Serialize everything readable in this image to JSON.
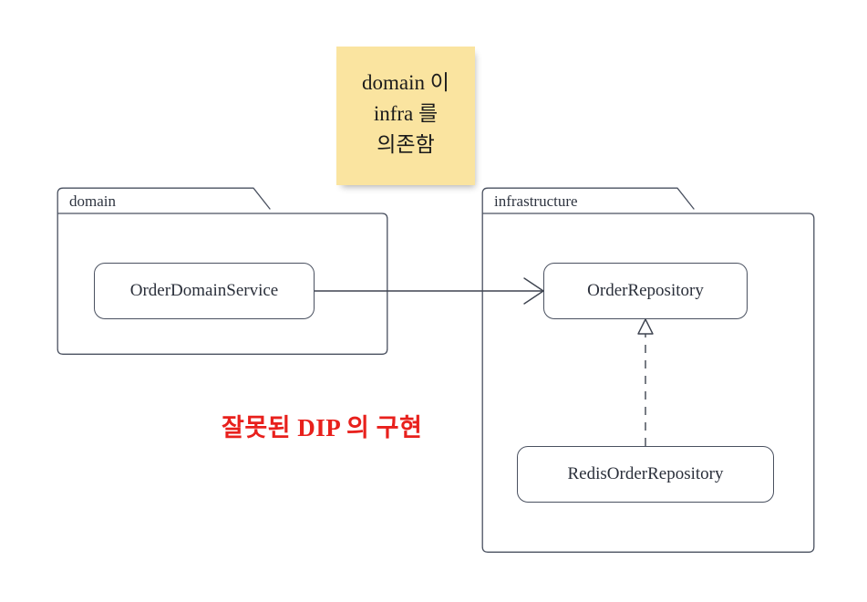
{
  "diagram": {
    "title": "UML package diagram - wrong DIP implementation",
    "background": "#ffffff",
    "stroke_color": "#4a5160",
    "note_color": "#FAE4A0",
    "caption_color": "#E8201C"
  },
  "note": {
    "lines": [
      "domain 이",
      "infra 를",
      "의존함"
    ]
  },
  "packages": [
    {
      "id": "domain",
      "label": "domain",
      "classes": [
        {
          "id": "order-domain-service",
          "label": "OrderDomainService"
        }
      ]
    },
    {
      "id": "infrastructure",
      "label": "infrastructure",
      "classes": [
        {
          "id": "order-repository",
          "label": "OrderRepository"
        },
        {
          "id": "redis-order-repository",
          "label": "RedisOrderRepository"
        }
      ]
    }
  ],
  "relations": [
    {
      "id": "dependency",
      "type": "association",
      "style": "solid",
      "arrowhead": "open",
      "from": "OrderDomainService",
      "to": "OrderRepository"
    },
    {
      "id": "realization",
      "type": "realization",
      "style": "dashed",
      "arrowhead": "hollow-triangle",
      "from": "RedisOrderRepository",
      "to": "OrderRepository"
    }
  ],
  "caption": {
    "text": "잘못된 DIP 의 구현"
  }
}
